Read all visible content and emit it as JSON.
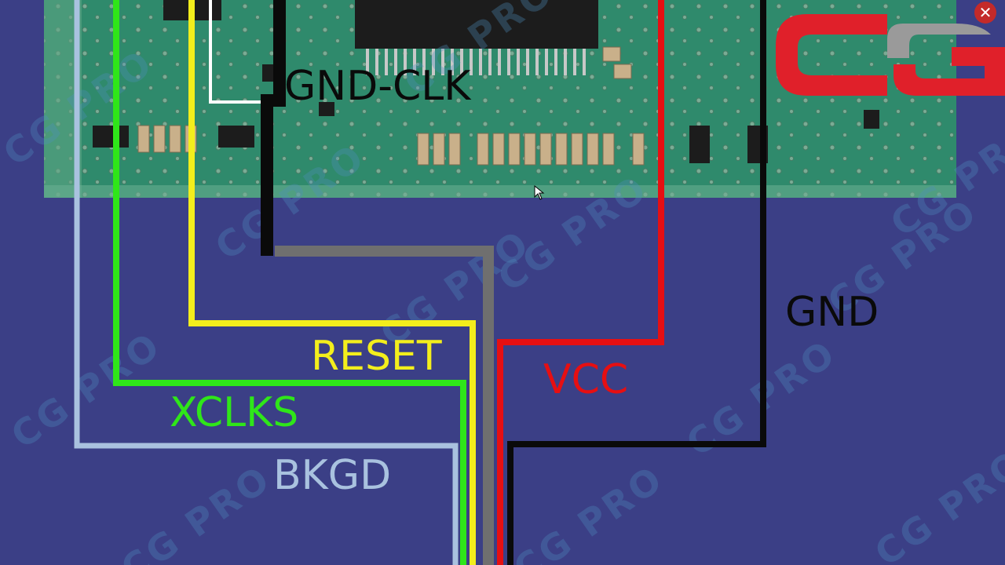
{
  "labels": {
    "gnd_clk": "GND-CLK",
    "reset": "RESET",
    "xclks": "XCLKS",
    "bkgd": "BKGD",
    "vcc": "VCC",
    "gnd": "GND"
  },
  "watermark_text": "CG PRO",
  "logo_text": "CG",
  "close_glyph": "✕",
  "colors": {
    "background": "#3b3f86",
    "pcb": "#2f8a6c",
    "wire_gnd_clk": "#0a0a0a",
    "wire_gray": "#6f6f6f",
    "wire_reset": "#f3ee1c",
    "wire_xclks": "#2fe619",
    "wire_bkgd": "#a9c2df",
    "wire_vcc": "#e60f12",
    "wire_gnd": "#0a0a0a",
    "logo_red": "#e0202a",
    "logo_gray": "#9a9a9a"
  }
}
